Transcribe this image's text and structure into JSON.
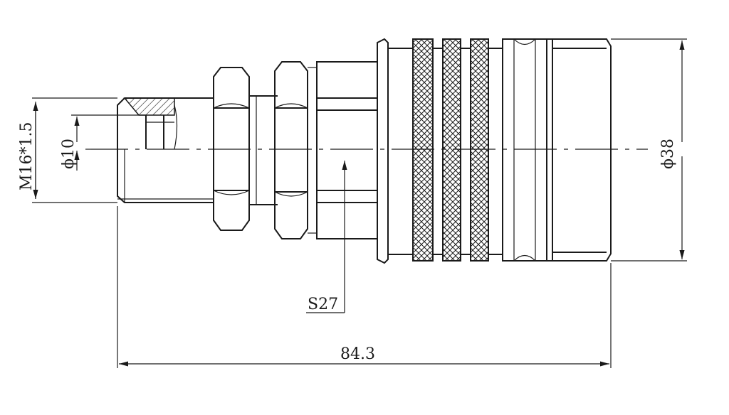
{
  "drawing": {
    "dimensions": {
      "thread": "M16*1.5",
      "bore": "ϕ10",
      "outer_diameter": "ϕ38",
      "hex_size": "S27",
      "overall_length": "84.3"
    }
  }
}
